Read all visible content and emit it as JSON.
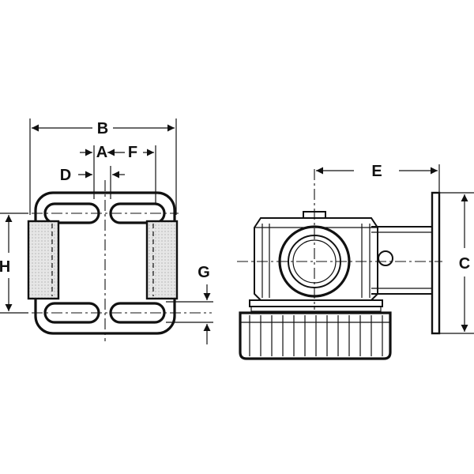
{
  "diagram": {
    "dimension_labels": {
      "A": "A",
      "B": "B",
      "C": "C",
      "D": "D",
      "E": "E",
      "F": "F",
      "G": "G",
      "H": "H"
    },
    "colors": {
      "line": "#111111",
      "shade": "#d9d9d9",
      "background": "#ffffff"
    }
  }
}
